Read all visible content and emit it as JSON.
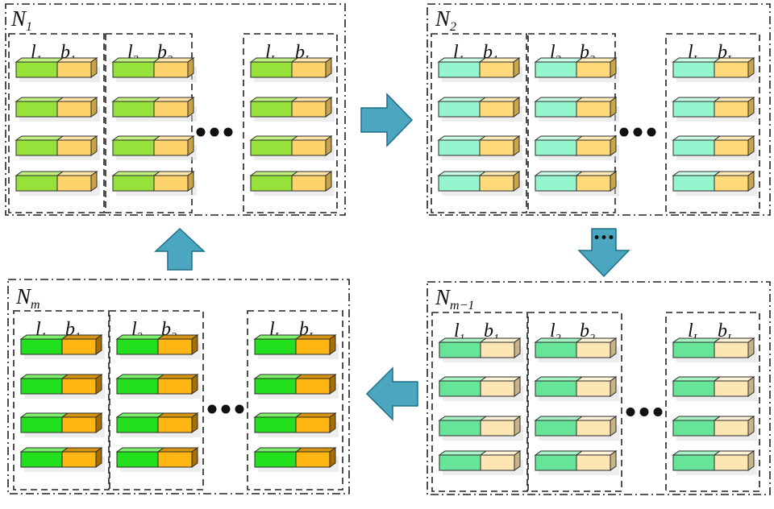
{
  "blocks": [
    {
      "name": "N",
      "sub": "1",
      "colors": {
        "front_l": "#96e23b",
        "top_l": "#c2f080",
        "front_b": "#ffd36b",
        "top_b": "#ffe6a8",
        "side_b": "#c9a348"
      }
    },
    {
      "name": "N",
      "sub": "2",
      "colors": {
        "front_l": "#94f6cf",
        "top_l": "#c8fbe6",
        "front_b": "#ffd97a",
        "top_b": "#ffebb5",
        "side_b": "#c8a64e"
      }
    },
    {
      "name": "N",
      "sub": "m−1",
      "colors": {
        "front_l": "#66e498",
        "top_l": "#a6f2c4",
        "front_b": "#fde6b4",
        "top_b": "#fff2d6",
        "side_b": "#c8b48a"
      }
    },
    {
      "name": "N",
      "sub": "m",
      "colors": {
        "front_l": "#22e01e",
        "top_l": "#7cf06a",
        "front_b": "#ffb512",
        "top_b": "#d69410",
        "side_b": "#a66f06"
      }
    }
  ],
  "columns": [
    {
      "l_main": "l",
      "l_sub": "1",
      "b_main": "b",
      "b_sub": "1"
    },
    {
      "l_main": "l",
      "l_sub": "2",
      "b_main": "b",
      "b_sub": "2"
    },
    {
      "l_main": "l",
      "l_sub": "L",
      "b_main": "b",
      "b_sub": "L"
    }
  ],
  "arrow_color": "#4ba6c0",
  "arrow_stroke": "#1e6f88",
  "ellipsis": "•••"
}
